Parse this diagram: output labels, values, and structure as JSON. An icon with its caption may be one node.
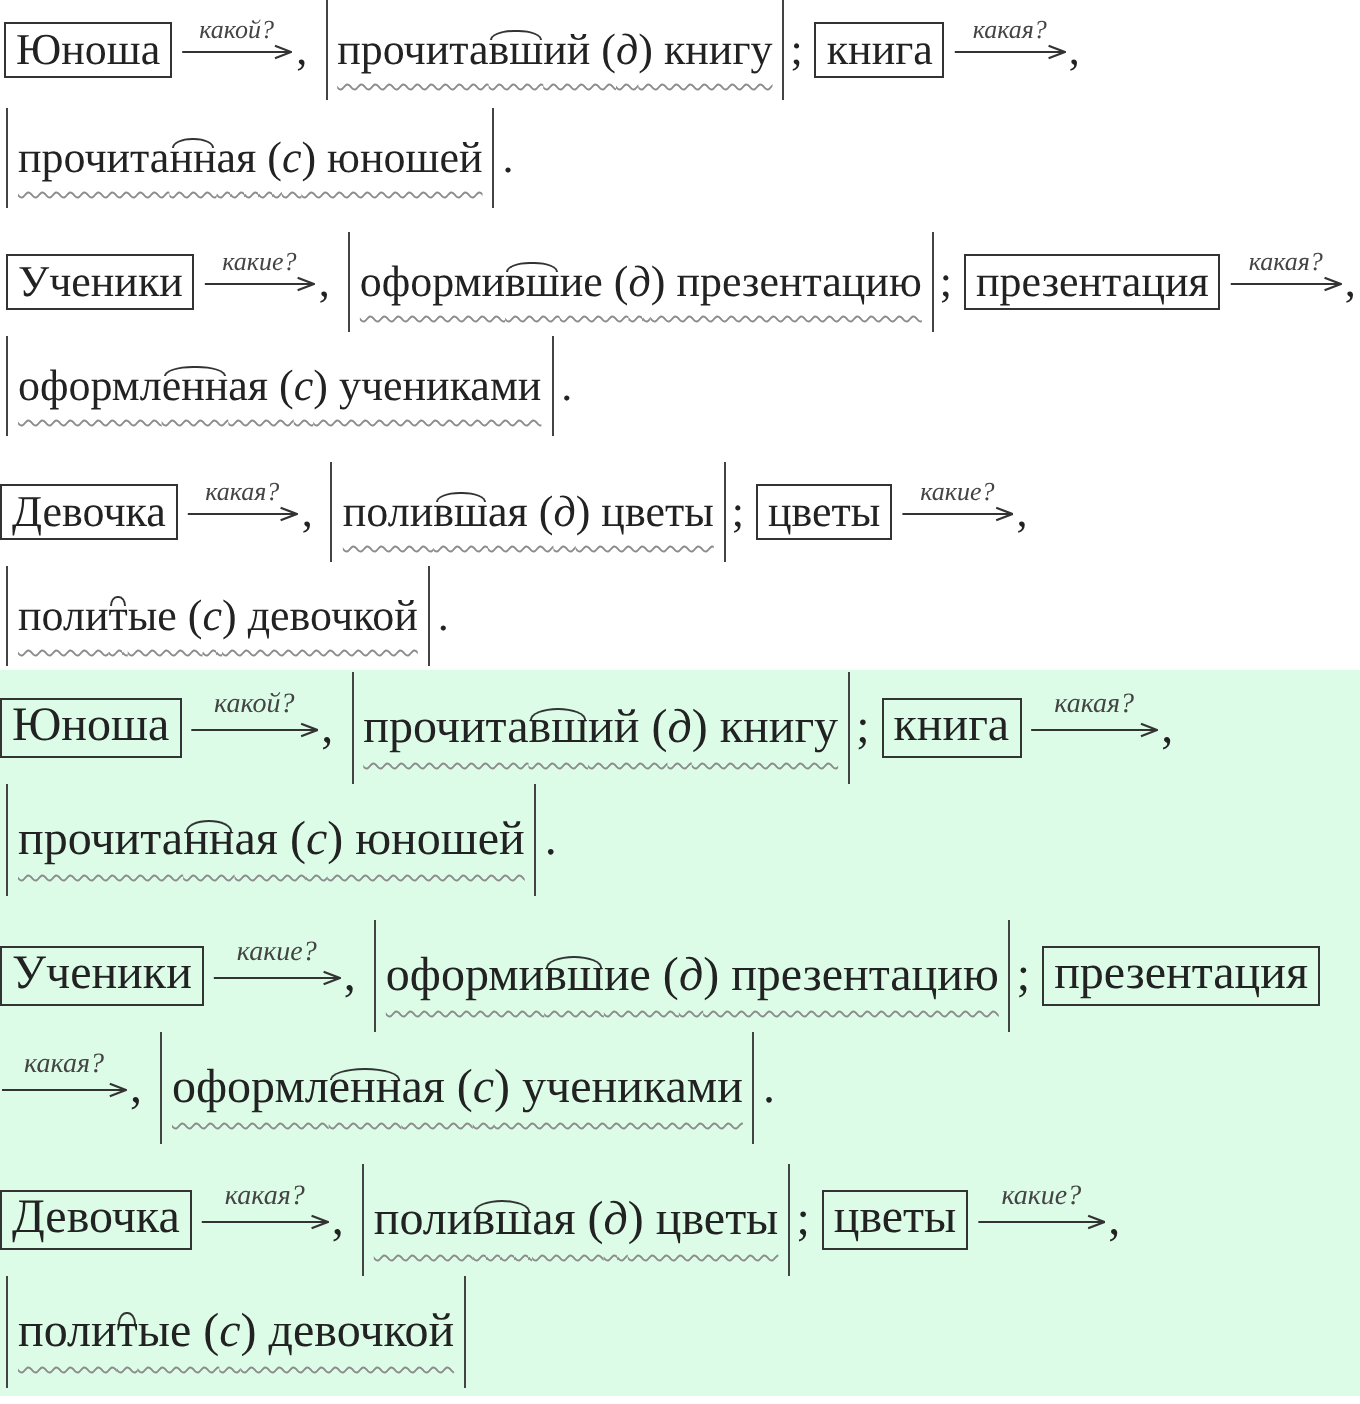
{
  "diagram": {
    "nodes": [
      {
        "text": [
          "Юноша"
        ]
      },
      {
        "text": [
          "прочитавший (*д*) книгу"
        ]
      },
      {
        "text": [
          "книга"
        ]
      },
      {
        "text": [
          ","
        ]
      },
      {
        "text": [
          "прочитанная (*с*) юношей"
        ]
      },
      {
        "text": [
          "Ученики"
        ]
      },
      {
        "text": [
          "оформившие (*д*) презентацию"
        ]
      },
      {
        "text": [
          "презентация"
        ]
      },
      {
        "text": [
          ","
        ]
      },
      {
        "text": [
          "оформленная (*с*) учениками"
        ]
      },
      {
        "text": [
          "Девочка"
        ]
      },
      {
        "text": [
          "полившая (*д*) цветы"
        ]
      },
      {
        "text": [
          "цветы"
        ]
      },
      {
        "text": [
          ","
        ]
      },
      {
        "text": [
          "политые (*с*) девочкой"
        ]
      },
      {
        "text": [
          "Юноша"
        ]
      },
      {
        "text": [
          "прочитавший (*д*) книгу"
        ]
      },
      {
        "text": [
          "книга"
        ]
      },
      {
        "text": [
          ","
        ]
      },
      {
        "text": [
          "прочитанная (*с*) юношей"
        ]
      },
      {
        "text": [
          "Ученики"
        ]
      },
      {
        "text": [
          "оформившие (*д*) презентацию"
        ]
      },
      {
        "text": [
          "презентация"
        ]
      },
      {
        "text": [
          "оформленная (*с*) учениками"
        ]
      },
      {
        "text": [
          "Девочка"
        ]
      },
      {
        "text": [
          "полившая (*д*) цветы"
        ]
      },
      {
        "text": [
          "цветы"
        ]
      },
      {
        "text": [
          ","
        ]
      },
      {
        "text": [
          "политые (*с*) девочкой"
        ]
      }
    ],
    "edges": [
      {
        "from": 0,
        "to": 1,
        "arrow": "to",
        "label": "какой?"
      },
      {
        "from": 2,
        "to": 3,
        "arrow": "to",
        "label": "какая?"
      },
      {
        "from": 5,
        "to": 6,
        "arrow": "to",
        "label": "какие?"
      },
      {
        "from": 7,
        "to": 8,
        "arrow": "to",
        "label": "какая?"
      },
      {
        "from": 10,
        "to": 11,
        "arrow": "to",
        "label": "какая?"
      },
      {
        "from": 12,
        "to": 13,
        "arrow": "to",
        "label": "какие?"
      },
      {
        "from": 15,
        "to": 16,
        "arrow": "to",
        "label": "какой?"
      },
      {
        "from": 17,
        "to": 18,
        "arrow": "to",
        "label": "какая?"
      },
      {
        "from": 20,
        "to": 21,
        "arrow": "to",
        "label": "какие?"
      },
      {
        "from": null,
        "to": 23,
        "arrow": "to",
        "label": "какая?"
      },
      {
        "from": 24,
        "to": 25,
        "arrow": "to",
        "label": "какая?"
      },
      {
        "from": 26,
        "to": 27,
        "arrow": "to",
        "label": "какие?"
      }
    ],
    "labels": [
      ",",
      ";",
      ".",
      ",",
      ";",
      ".",
      ",",
      ";",
      ".",
      ",",
      ";",
      ".",
      ",",
      ";",
      ",",
      ".",
      ",",
      ";"
    ]
  }
}
